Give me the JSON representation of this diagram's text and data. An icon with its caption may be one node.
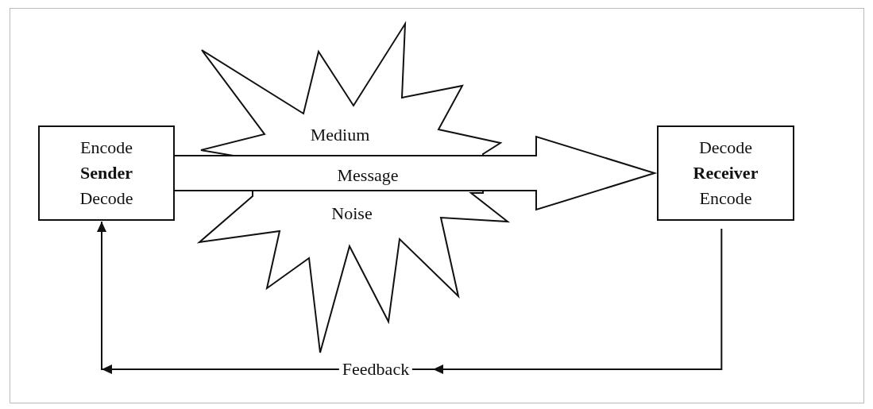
{
  "diagram": {
    "nodes": [
      {
        "text": [
          "Encode",
          "Sender",
          "Decode"
        ]
      },
      {
        "text": [
          "Decode",
          "Receiver",
          "Encode"
        ]
      },
      {
        "text": [
          "Medium",
          "Noise"
        ]
      }
    ],
    "edges": [
      {
        "from": 0,
        "to": 1,
        "arrow": "to",
        "label": "Message",
        "style": "thick"
      },
      {
        "from": 1,
        "to": 0,
        "arrow": "to",
        "label": "Feedback"
      }
    ]
  }
}
